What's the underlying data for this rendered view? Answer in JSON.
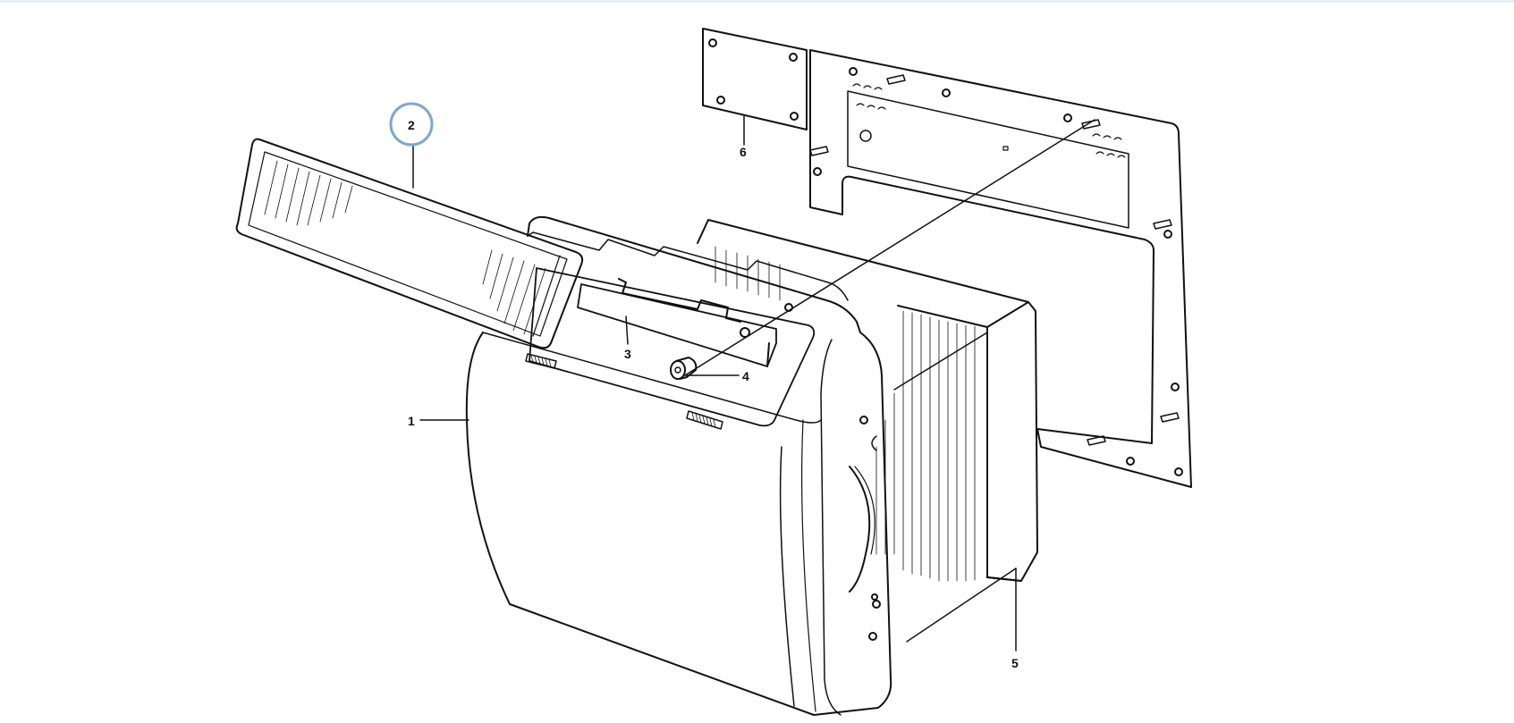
{
  "colors": {
    "line": "#111111",
    "highlight": "#7ea6cf",
    "background": "#ffffff",
    "top_strip": "#e6eef8"
  },
  "callouts": [
    {
      "id": "1",
      "label": "1"
    },
    {
      "id": "2",
      "label": "2",
      "highlighted": true
    },
    {
      "id": "3",
      "label": "3"
    },
    {
      "id": "4",
      "label": "4"
    },
    {
      "id": "5",
      "label": "5"
    },
    {
      "id": "6",
      "label": "6"
    }
  ]
}
